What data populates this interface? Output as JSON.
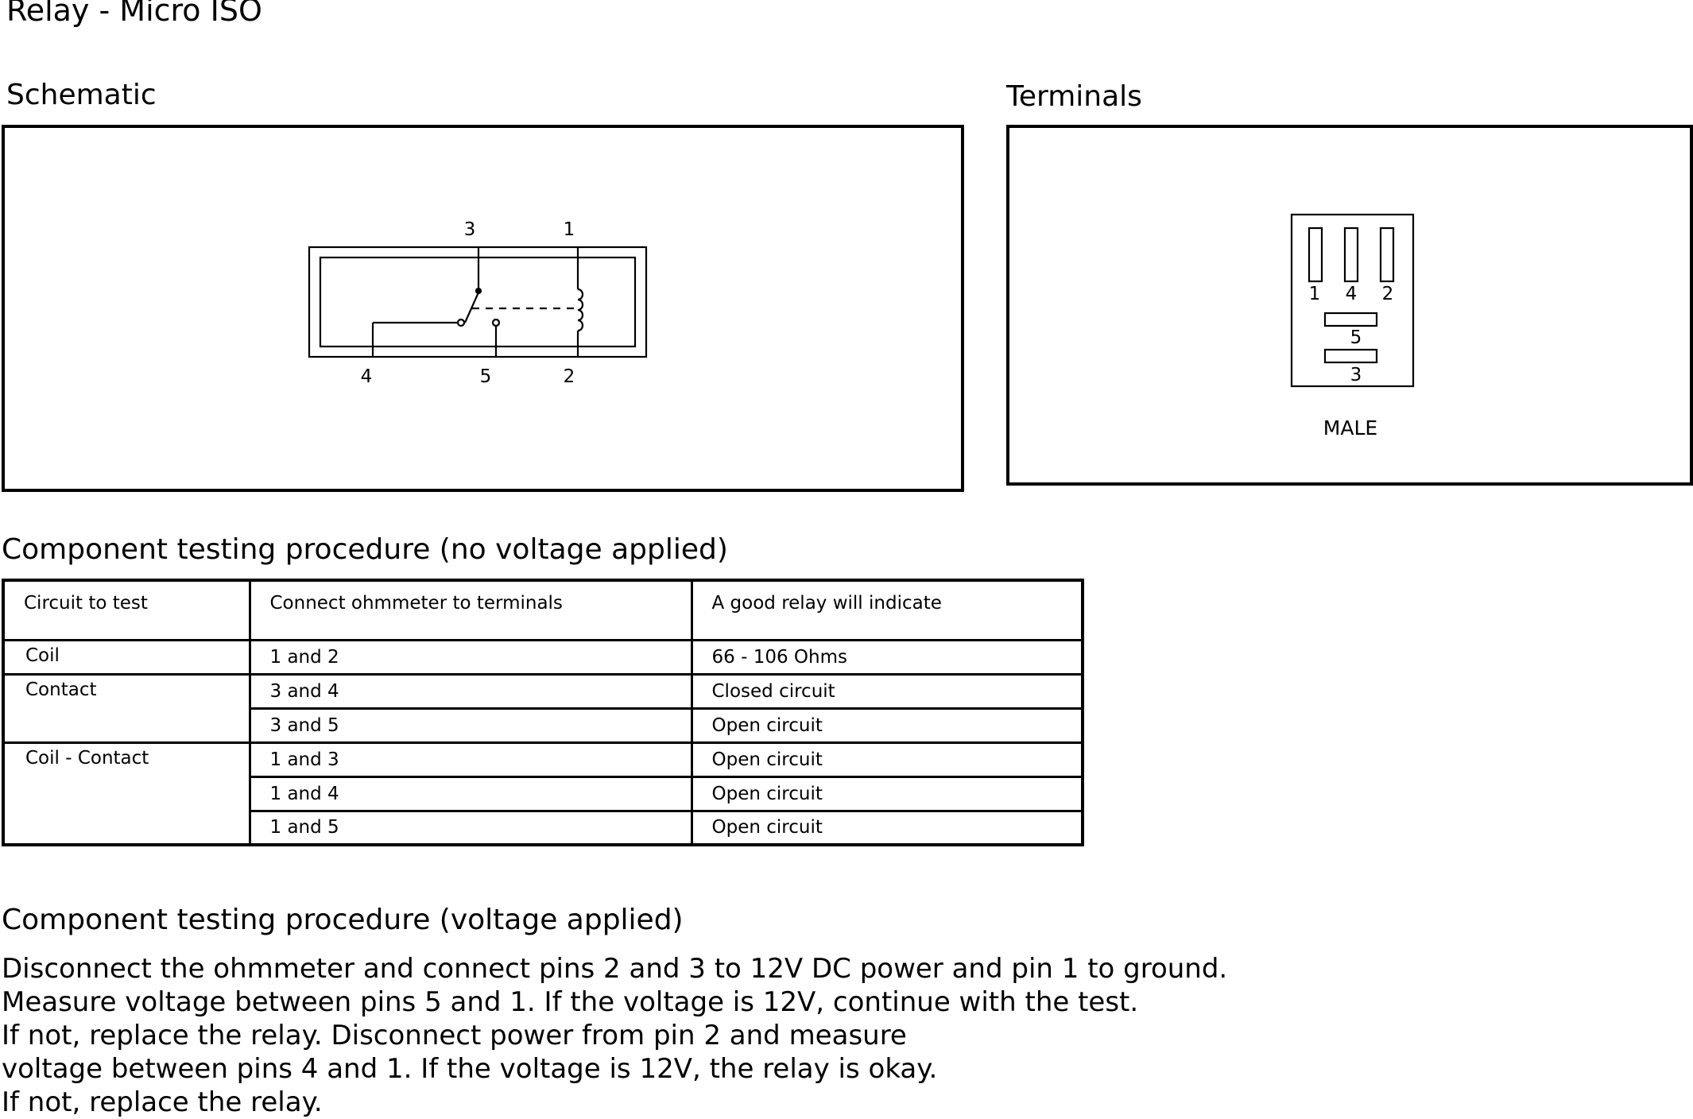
{
  "title": "Relay - Micro ISO",
  "schematic": {
    "label": "Schematic",
    "pins": {
      "top": [
        "3",
        "1"
      ],
      "bottom": [
        "4",
        "5",
        "2"
      ]
    }
  },
  "terminals": {
    "label": "Terminals",
    "top_pins": [
      "1",
      "4",
      "2"
    ],
    "middle_pin": "5",
    "bottom_pin": "3",
    "gender": "MALE"
  },
  "no_voltage": {
    "heading": "Component testing procedure (no voltage applied)",
    "columns": [
      "Circuit to test",
      "Connect ohmmeter to terminals",
      "A good relay will indicate"
    ],
    "rows": [
      {
        "circuit": "Coil",
        "terminals": "1 and 2",
        "result": "66 - 106 Ohms"
      },
      {
        "circuit": "Contact",
        "terminals": "3 and 4",
        "result": "Closed circuit"
      },
      {
        "circuit": "",
        "terminals": "3 and 5",
        "result": "Open circuit"
      },
      {
        "circuit": "Coil - Contact",
        "terminals": "1 and 3",
        "result": "Open circuit"
      },
      {
        "circuit": "",
        "terminals": "1 and 4",
        "result": "Open circuit"
      },
      {
        "circuit": "",
        "terminals": "1 and 5",
        "result": "Open circuit"
      }
    ]
  },
  "voltage": {
    "heading": "Component testing procedure (voltage applied)",
    "lines": [
      "Disconnect the ohmmeter and connect pins 2 and 3 to 12V DC power and pin 1 to ground.",
      "Measure voltage between pins 5 and 1. If the voltage is 12V, continue with the test.",
      "If not, replace the relay. Disconnect power from pin 2 and measure",
      "voltage between pins 4 and 1. If the voltage is 12V, the relay is okay.",
      "If not, replace the relay."
    ]
  }
}
